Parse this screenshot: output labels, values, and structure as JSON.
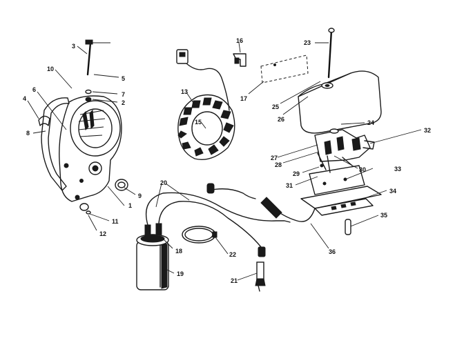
{
  "diagram": {
    "callouts": [
      {
        "id": "c1",
        "text": "1"
      },
      {
        "id": "c2",
        "text": "2"
      },
      {
        "id": "c3",
        "text": "3"
      },
      {
        "id": "c4",
        "text": "4"
      },
      {
        "id": "c5",
        "text": "5"
      },
      {
        "id": "c6",
        "text": "6"
      },
      {
        "id": "c7",
        "text": "7"
      },
      {
        "id": "c8",
        "text": "8"
      },
      {
        "id": "c9",
        "text": "9"
      },
      {
        "id": "c10",
        "text": "10"
      },
      {
        "id": "c11",
        "text": "11"
      },
      {
        "id": "c12",
        "text": "12"
      },
      {
        "id": "c13",
        "text": "13"
      },
      {
        "id": "c15",
        "text": "15"
      },
      {
        "id": "c16",
        "text": "16"
      },
      {
        "id": "c17",
        "text": "17"
      },
      {
        "id": "c18",
        "text": "18"
      },
      {
        "id": "c19",
        "text": "19"
      },
      {
        "id": "c20",
        "text": "20"
      },
      {
        "id": "c21",
        "text": "21"
      },
      {
        "id": "c22",
        "text": "22"
      },
      {
        "id": "c23",
        "text": "23"
      },
      {
        "id": "c24",
        "text": "24"
      },
      {
        "id": "c25",
        "text": "25"
      },
      {
        "id": "c26",
        "text": "26"
      },
      {
        "id": "c27",
        "text": "27"
      },
      {
        "id": "c28",
        "text": "28"
      },
      {
        "id": "c29",
        "text": "29"
      },
      {
        "id": "c30",
        "text": "30"
      },
      {
        "id": "c31",
        "text": "31"
      },
      {
        "id": "c32",
        "text": "32"
      },
      {
        "id": "c33",
        "text": "33"
      },
      {
        "id": "c34",
        "text": "34"
      },
      {
        "id": "c35",
        "text": "35"
      },
      {
        "id": "c36",
        "text": "36"
      }
    ]
  }
}
